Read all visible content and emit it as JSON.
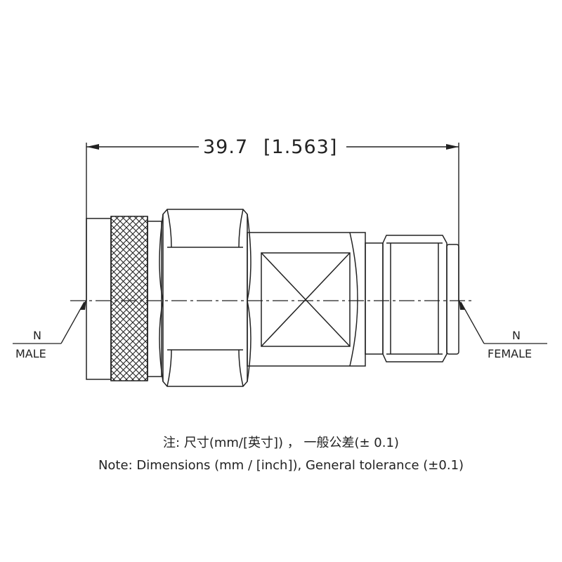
{
  "dimension": {
    "metric": "39.7",
    "imperial": "[1.563]"
  },
  "left_label": {
    "line1": "N",
    "line2": "MALE"
  },
  "right_label": {
    "line1": "N",
    "line2": "FEMALE"
  },
  "notes": {
    "chinese": "注: 尺寸(mm/[英寸]) ， 一般公差(±  0.1)",
    "english": "Note: Dimensions (mm / [inch]), General tolerance (±0.1)"
  }
}
